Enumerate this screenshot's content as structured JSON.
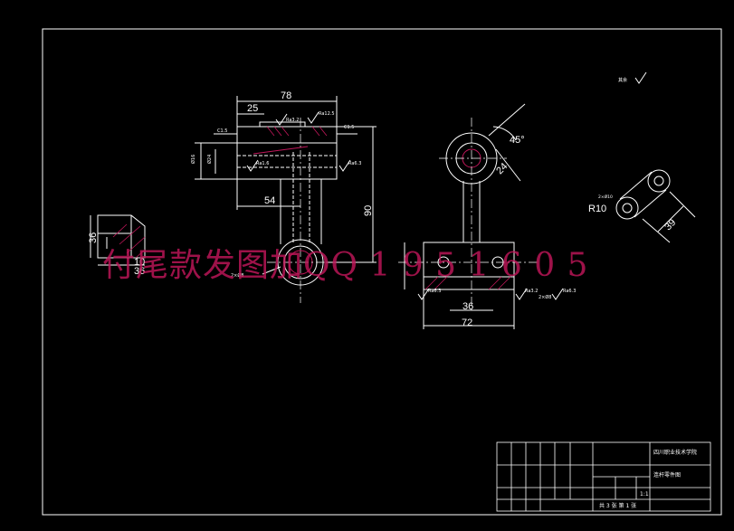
{
  "drawing": {
    "dims": {
      "top_width": "78",
      "left_offset": "25",
      "arm_offset": "54",
      "height": "90",
      "dia_16": "Ø16",
      "dia_24": "Ø24",
      "section_height": "36",
      "section_w1": "10",
      "section_w2": "36",
      "side_angle": "45°",
      "side_r": "24",
      "side_inner": "36",
      "side_outer": "72",
      "detail_radius": "R10",
      "detail_len": "39"
    },
    "roughness": {
      "r1": "Ra3.2",
      "r2": "Ra12.5",
      "r3": "Ra1.6",
      "r4": "Ra6.3",
      "r5": "Ra6.3",
      "r6": "Ra3.2",
      "r7": "Ra6.3",
      "rest": "其余"
    },
    "chamfers": {
      "c1": "C1.5",
      "c2": "C1.5",
      "thread": "2×Ø8",
      "thread2": "2×Ø8",
      "thread3": "2×Ø10"
    }
  },
  "watermark": "付尾款发图加QQ 1 9 5 1 6 0 5",
  "title_block": {
    "school": "四川职业技术学院",
    "part_name": "连杆零件图",
    "scale_label": "1:1",
    "sheet_info": "共 3 张   第 1 张"
  }
}
